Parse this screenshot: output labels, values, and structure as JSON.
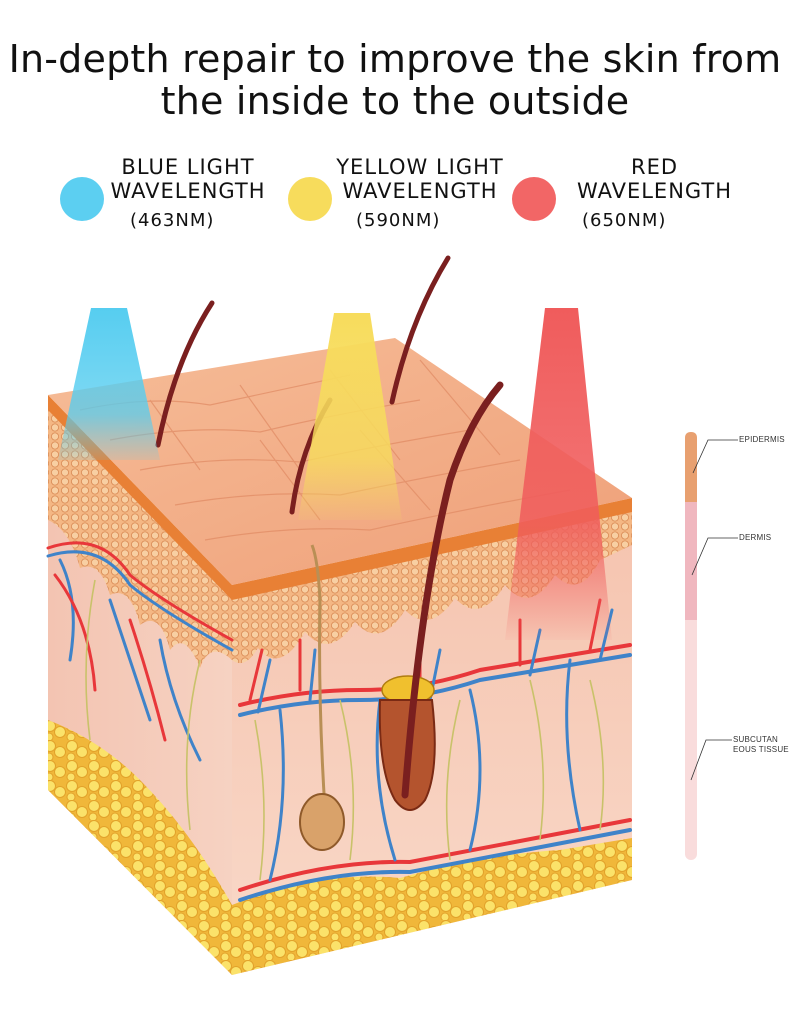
{
  "headline": {
    "line1": "In-depth repair to improve the skin from",
    "line2": "the inside to the outside"
  },
  "legend": [
    {
      "line1": "BLUE LIGHT",
      "line2": "WAVELENGTH",
      "value": "(463NM)",
      "color": "#5ccff1"
    },
    {
      "line1": "YELLOW LIGHT",
      "line2": "WAVELENGTH",
      "value": "(590NM)",
      "color": "#f7dc5c"
    },
    {
      "line1": "RED",
      "line2": "WAVELENGTH",
      "value": "(650NM)",
      "color": "#f26666"
    }
  ],
  "layers": {
    "epidermis": "EPIDERMIS",
    "dermis": "DERMIS",
    "subcutaneous_line1": "SUBCUTAN",
    "subcutaneous_line2": "EOUS TISSUE"
  },
  "colors": {
    "epidermis": "#e8a070",
    "dermis": "#f0b7bf",
    "subcutaneous": "#f9dcdc",
    "skin_top": "#f3b089",
    "dermis_front": "#f7cdbb",
    "fat": "#f4cf3c",
    "hair": "#7a1f1f",
    "artery": "#e8373a",
    "vein": "#3f83c9"
  }
}
